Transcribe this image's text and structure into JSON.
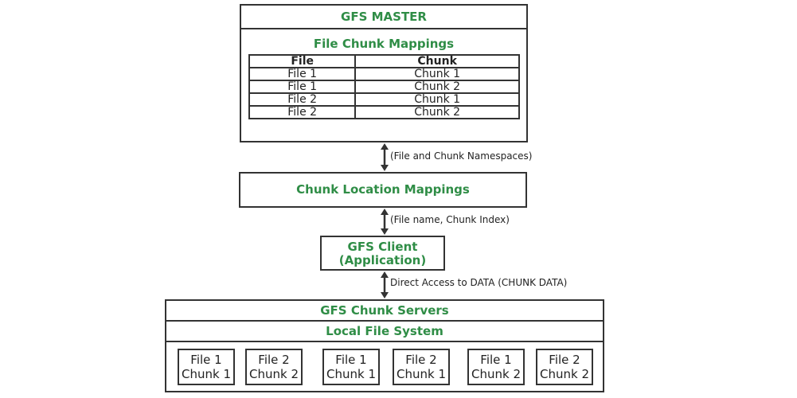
{
  "master": {
    "title": "GFS MASTER",
    "mapping_title": "File Chunk Mappings",
    "headers": [
      "File",
      "Chunk"
    ],
    "rows": [
      [
        "File 1",
        "Chunk 1"
      ],
      [
        "File 1",
        "Chunk 2"
      ],
      [
        "File 2",
        "Chunk 1"
      ],
      [
        "File 2",
        "Chunk 2"
      ]
    ]
  },
  "edges": {
    "master_location": "(File and Chunk Namespaces)",
    "location_client": "(File name, Chunk Index)",
    "client_servers": "Direct Access to DATA (CHUNK DATA)"
  },
  "location": {
    "title": "Chunk Location Mappings"
  },
  "client": {
    "line1": "GFS Client",
    "line2": "(Application)"
  },
  "servers": {
    "title": "GFS Chunk Servers",
    "lfs_title": "Local File System",
    "chunks": [
      {
        "file": "File 1",
        "chunk": "Chunk 1"
      },
      {
        "file": "File 2",
        "chunk": "Chunk 2"
      },
      {
        "file": "File 1",
        "chunk": "Chunk 1"
      },
      {
        "file": "File 2",
        "chunk": "Chunk 1"
      },
      {
        "file": "File 1",
        "chunk": "Chunk 2"
      },
      {
        "file": "File 2",
        "chunk": "Chunk 2"
      }
    ]
  },
  "colors": {
    "accent": "#2f8d46",
    "border": "#333333"
  }
}
